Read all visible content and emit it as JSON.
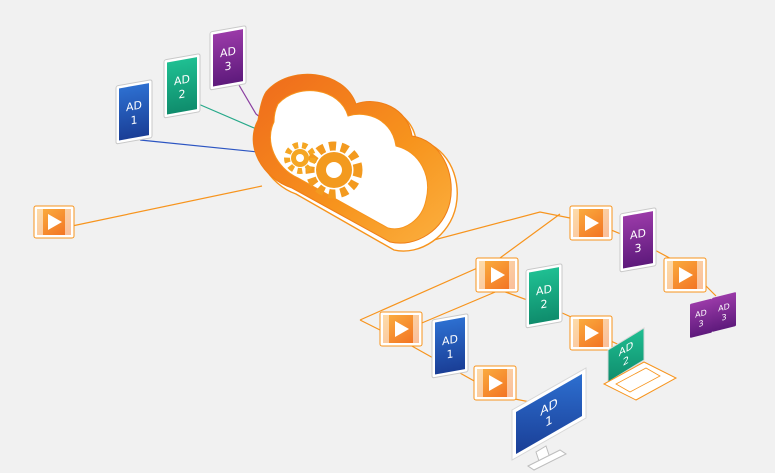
{
  "colors": {
    "background": "#f1f1f1",
    "orange": "#f7941d",
    "orange_dark": "#ef7d17",
    "orange_light": "#fbb040",
    "gear": "#f39a1f",
    "ad_blue": "#1e57b4",
    "ad_green": "#16a27d",
    "ad_purple": "#7b2590",
    "line_blue": "#2c55c2",
    "line_green": "#27a98a",
    "line_purple": "#8a3ea0",
    "frame": "#d7d7d7"
  },
  "icons": {
    "cloud": "cloud-icon",
    "gear": "gear-icon",
    "video": "video-play-icon",
    "ad": "ad-tablet-icon",
    "monitor": "monitor-icon",
    "laptop": "laptop-icon"
  },
  "cards": {
    "ad1": {
      "word": "AD",
      "num": "1"
    },
    "ad2": {
      "word": "AD",
      "num": "2"
    },
    "ad3": {
      "word": "AD",
      "num": "3"
    }
  }
}
